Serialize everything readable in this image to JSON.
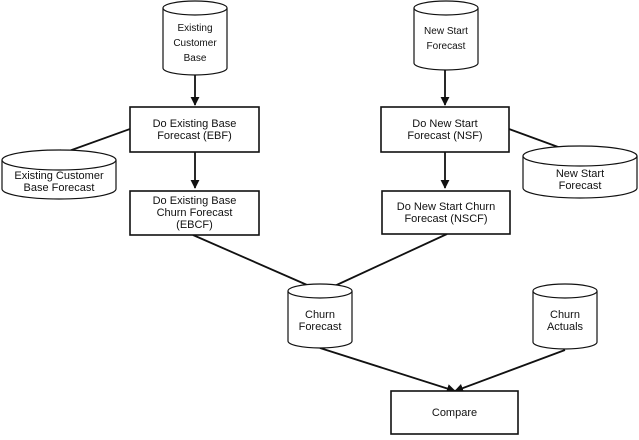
{
  "diagram": {
    "nodes": {
      "existing_customer_base": "Existing\nCustomer\nBase",
      "new_start_forecast": "New Start\nForecast",
      "do_ebf": "Do Existing Base\nForecast (EBF)",
      "do_nsf": "Do New Start\nForecast (NSF)",
      "existing_customer_base_forecast": "Existing Customer\nBase Forecast",
      "new_start_forecast_out": "New Start\nForecast",
      "do_ebcf": "Do Existing Base\nChurn Forecast\n(EBCF)",
      "do_nscf": "Do New Start Churn\nForecast (NSCF)",
      "churn_forecast": "Churn\nForecast",
      "churn_actuals": "Churn\nActuals",
      "compare": "Compare"
    }
  }
}
